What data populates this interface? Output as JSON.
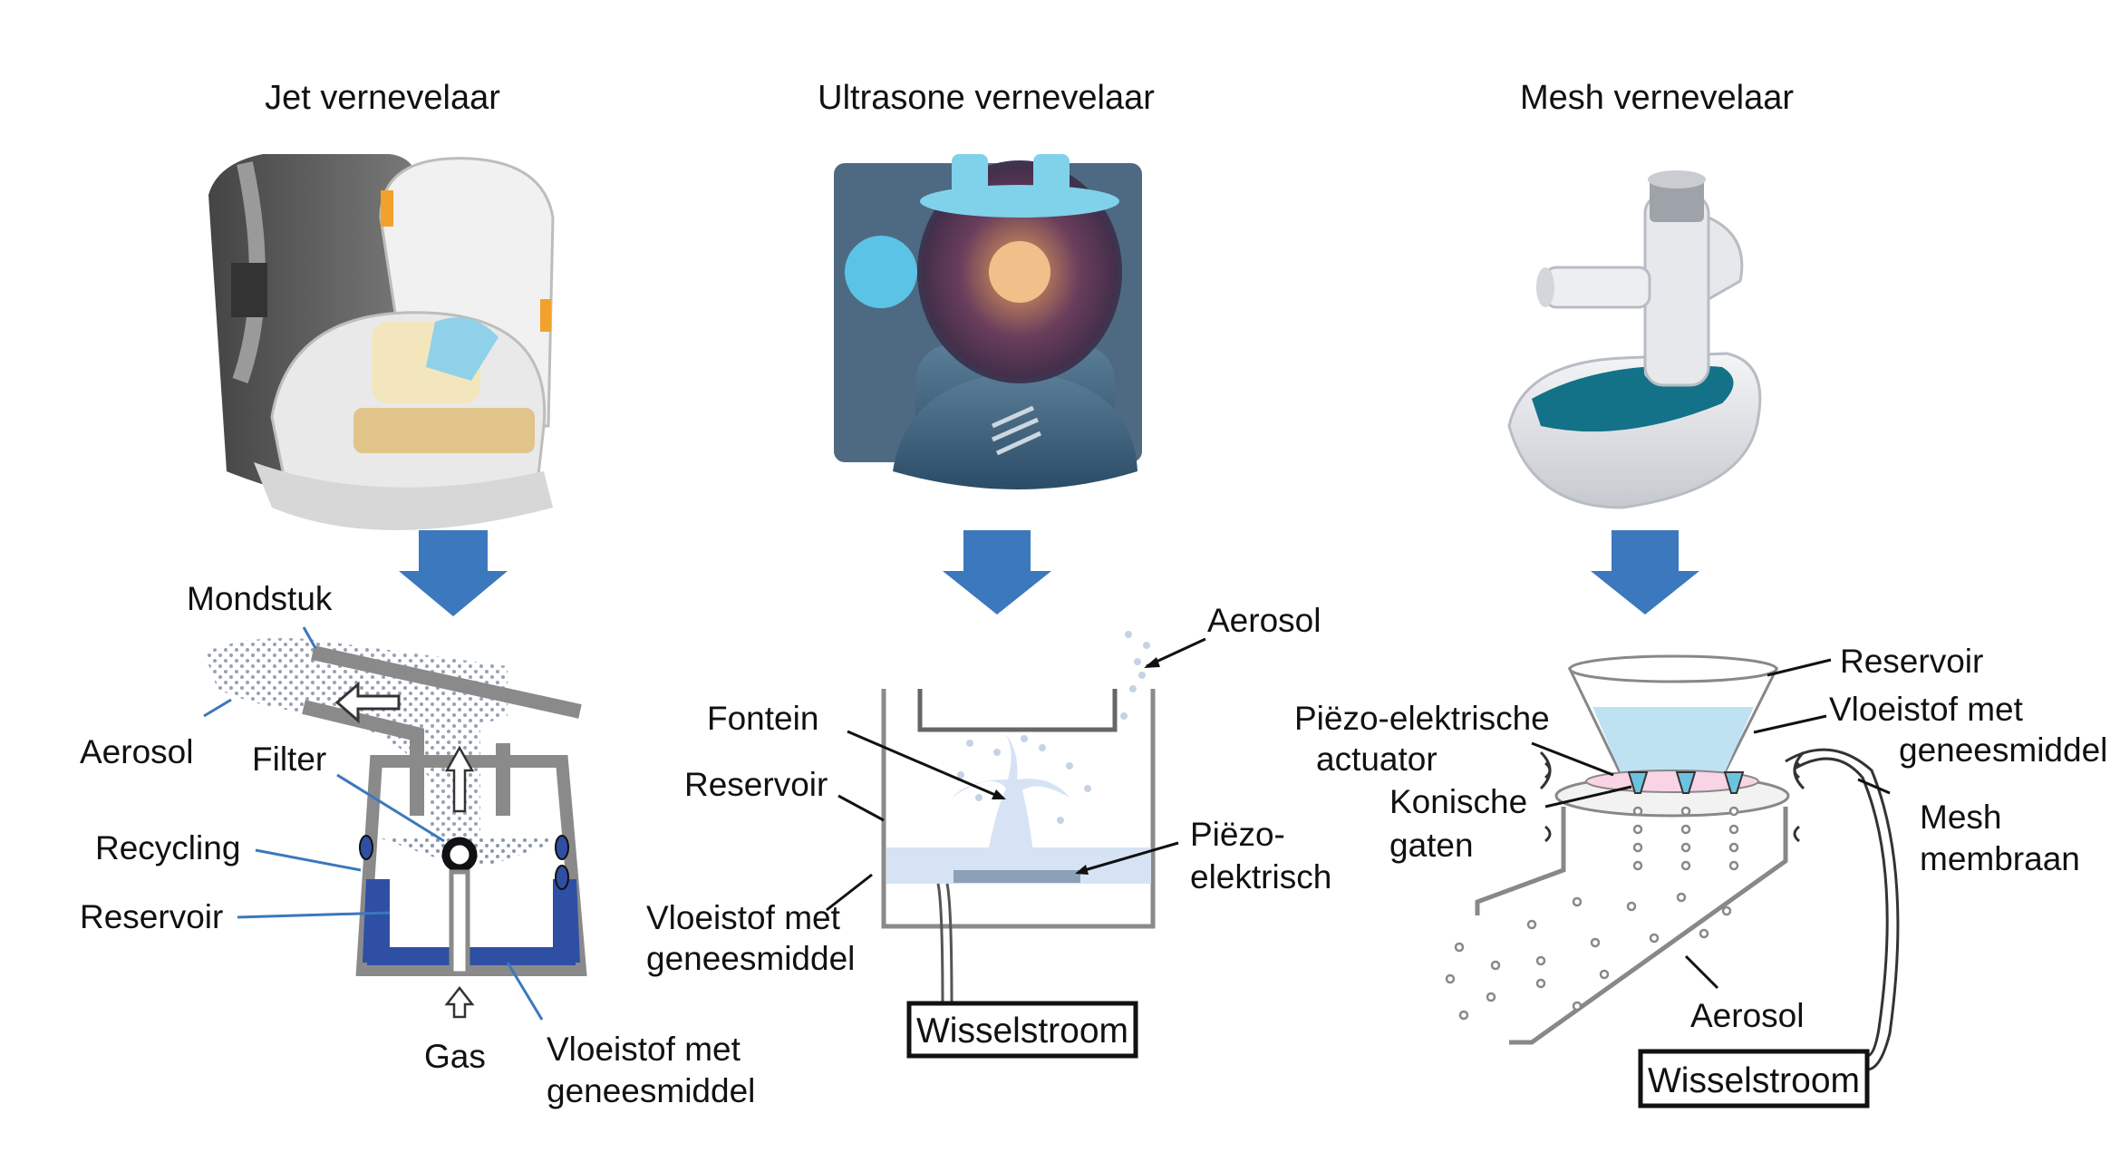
{
  "titles": {
    "jet": "Jet vernevelaar",
    "ultrasonic": "Ultrasone vernevelaar",
    "mesh": "Mesh vernevelaar"
  },
  "jet": {
    "mouthpiece": "Mondstuk",
    "aerosol": "Aerosol",
    "filter": "Filter",
    "recycling": "Recycling",
    "reservoir": "Reservoir",
    "gas": "Gas",
    "liquid_line1": "Vloeistof met",
    "liquid_line2": "geneesmiddel"
  },
  "ultrasonic": {
    "aerosol": "Aerosol",
    "fountain": "Fontein",
    "reservoir": "Reservoir",
    "piezo_line1": "Piëzo-",
    "piezo_line2": "elektrisch",
    "liquid_line1": "Vloeistof met",
    "liquid_line2": "geneesmiddel",
    "ac": "Wisselstroom"
  },
  "mesh": {
    "reservoir": "Reservoir",
    "liquid_line1": "Vloeistof met",
    "liquid_line2": "geneesmiddel",
    "actuator_line1": "Piëzo-elektrische",
    "actuator_line2": "actuator",
    "holes_line1": "Konische",
    "holes_line2": "gaten",
    "membrane_line1": "Mesh",
    "membrane_line2": "membraan",
    "aerosol": "Aerosol",
    "ac": "Wisselstroom"
  },
  "colors": {
    "arrow_blue": "#3b78bd",
    "liquid_dark": "#2e4fa3",
    "liquid_light": "#c7dcf3",
    "mesh_liquid": "#bfe2f2",
    "device_teal": "#1d7a93",
    "outline_gray": "#8a8a8a"
  }
}
